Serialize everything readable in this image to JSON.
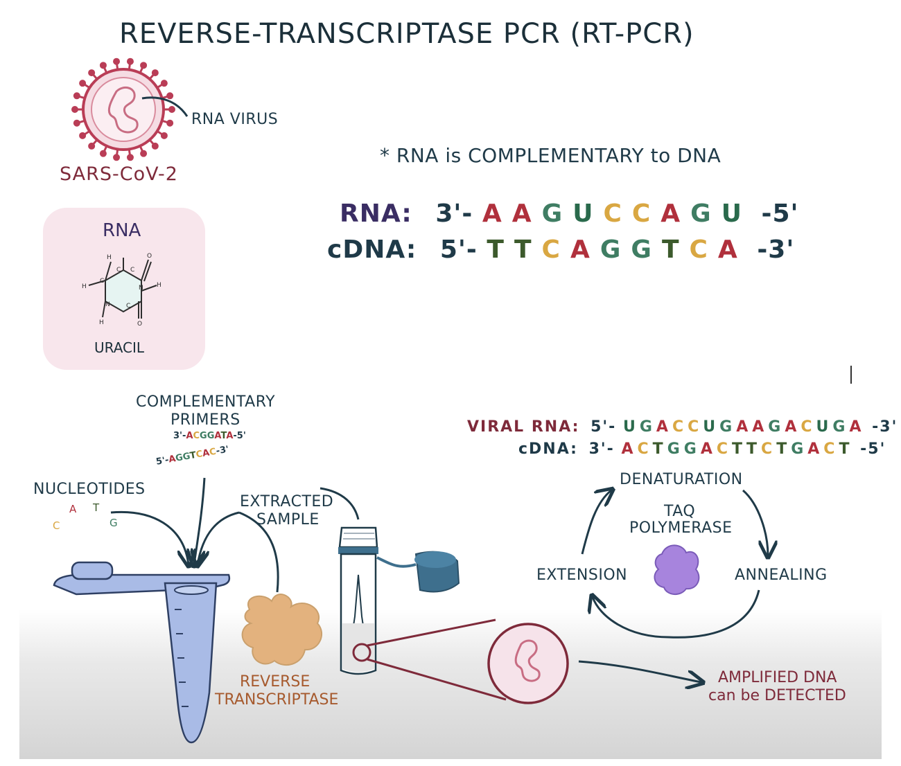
{
  "title": "REVERSE-TRANSCRIPTASE PCR (RT-PCR)",
  "virus": {
    "label": "RNA VIRUS",
    "name": "SARS-CoV-2"
  },
  "uracil": {
    "heading": "RNA",
    "name": "URACIL"
  },
  "note": "* RNA is COMPLEMENTARY to DNA",
  "rna": {
    "label": "RNA:",
    "prefix": "3'-",
    "bases": "AAGUCCAGU",
    "suffix": "-5'"
  },
  "cdna": {
    "label": "cDNA:",
    "prefix": "5'-",
    "bases": "TTCAGGTCA",
    "suffix": "-3'"
  },
  "viral": {
    "rna_label": "VIRAL RNA:",
    "rna_prefix": "5'-",
    "rna_bases": "UGACCUGAAGACUGA",
    "rna_suffix": "-3'",
    "cdna_label": "cDNA:",
    "cdna_prefix": "3'-",
    "cdna_bases": "ACTGGACTTCTGACT",
    "cdna_suffix": "-5'"
  },
  "primers": {
    "label_line1": "COMPLEMENTARY",
    "label_line2": "PRIMERS",
    "primer1": "3'-ACGGATA-5'",
    "primer2": "5'-AGGTCAC-3'"
  },
  "nucleotides": {
    "label": "NUCLEOTIDES",
    "letters": [
      "C",
      "A",
      "T",
      "G"
    ]
  },
  "sample": {
    "line1": "EXTRACTED",
    "line2": "SAMPLE"
  },
  "enzyme": {
    "line1": "REVERSE",
    "line2": "TRANSCRIPTASE"
  },
  "cycle": {
    "top": "DENATURATION",
    "right": "ANNEALING",
    "left": "EXTENSION",
    "center1": "TAQ",
    "center2": "POLYMERASE"
  },
  "result": {
    "line1": "AMPLIFIED DNA",
    "line2": "can be DETECTED"
  },
  "colors": {
    "A": "#b0303c",
    "G": "#3f7d63",
    "U": "#2a6a4c",
    "C": "#d9a742",
    "T": "#3c5a2c",
    "text": "#1f3a48",
    "maroon": "#7e2a3a",
    "purple": "#3a2d63",
    "tube": "#a9bbe6",
    "enzyme_rt": "#e3b27e",
    "enzyme_taq": "#a784dd",
    "cap": "#3e6f8d",
    "virus": "#b93d56"
  },
  "icons": [
    "virus-icon",
    "uracil-molecule-icon",
    "pcr-tube-icon",
    "sample-vial-icon",
    "reverse-transcriptase-icon",
    "taq-polymerase-icon",
    "magnified-rna-icon"
  ]
}
